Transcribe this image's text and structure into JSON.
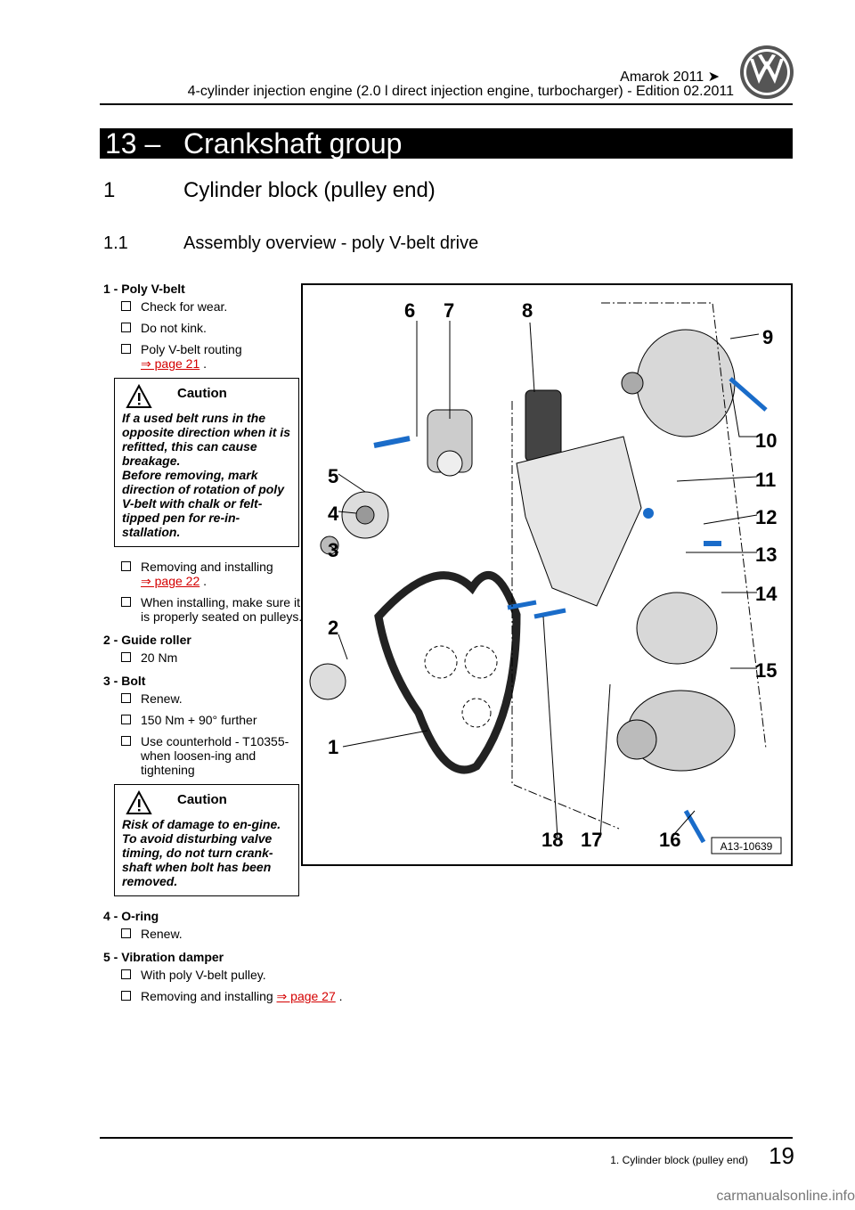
{
  "header": {
    "model": "Amarok 2011 ➤",
    "subtitle": "4-cylinder injection engine (2.0 l direct injection engine, turbocharger) - Edition 02.2011"
  },
  "chapter": {
    "number": "13 –",
    "title": "Crankshaft group"
  },
  "section": {
    "number": "1",
    "title": "Cylinder block (pulley end)"
  },
  "subsection": {
    "number": "1.1",
    "title": "Assembly overview - poly V-belt drive"
  },
  "items": {
    "i1": {
      "title": "1 - Poly V-belt",
      "b1": "Check for wear.",
      "b2": "Do not kink.",
      "b3": "Poly V-belt routing",
      "b3_link": "⇒ page 21",
      "caution_title": "Caution",
      "caution_text1": "If a used belt runs in the opposite direction when it is refitted, this can cause breakage.",
      "caution_text2": "Before removing, mark direction of rotation of poly V-belt with chalk or felt-tipped pen for re-in-stallation.",
      "b4": "Removing and installing",
      "b4_link": "⇒ page 22",
      "b5": "When installing, make sure it is properly seated on pulleys."
    },
    "i2": {
      "title": "2 - Guide roller",
      "b1": "20 Nm"
    },
    "i3": {
      "title": "3 - Bolt",
      "b1": "Renew.",
      "b2": "150 Nm + 90° further",
      "b3": "Use counterhold - T10355- when loosen-ing and tightening",
      "caution_title": "Caution",
      "caution_text1": "Risk of damage to en-gine.",
      "caution_text2": "To avoid disturbing valve timing, do not turn crank-shaft when bolt has been removed."
    },
    "i4": {
      "title": "4 - O-ring",
      "b1": "Renew."
    },
    "i5": {
      "title": "5 - Vibration damper",
      "b1": "With poly V-belt pulley.",
      "b2": "Removing and installing",
      "b2_link": "⇒ page 27"
    }
  },
  "diagram": {
    "labels": [
      "1",
      "2",
      "3",
      "4",
      "5",
      "6",
      "7",
      "8",
      "9",
      "10",
      "11",
      "12",
      "13",
      "14",
      "15",
      "16",
      "17",
      "18"
    ],
    "code": "A13-10639"
  },
  "footer": {
    "title": "1. Cylinder block (pulley end)",
    "page": "19"
  },
  "watermark": "carmanualsonline.info"
}
